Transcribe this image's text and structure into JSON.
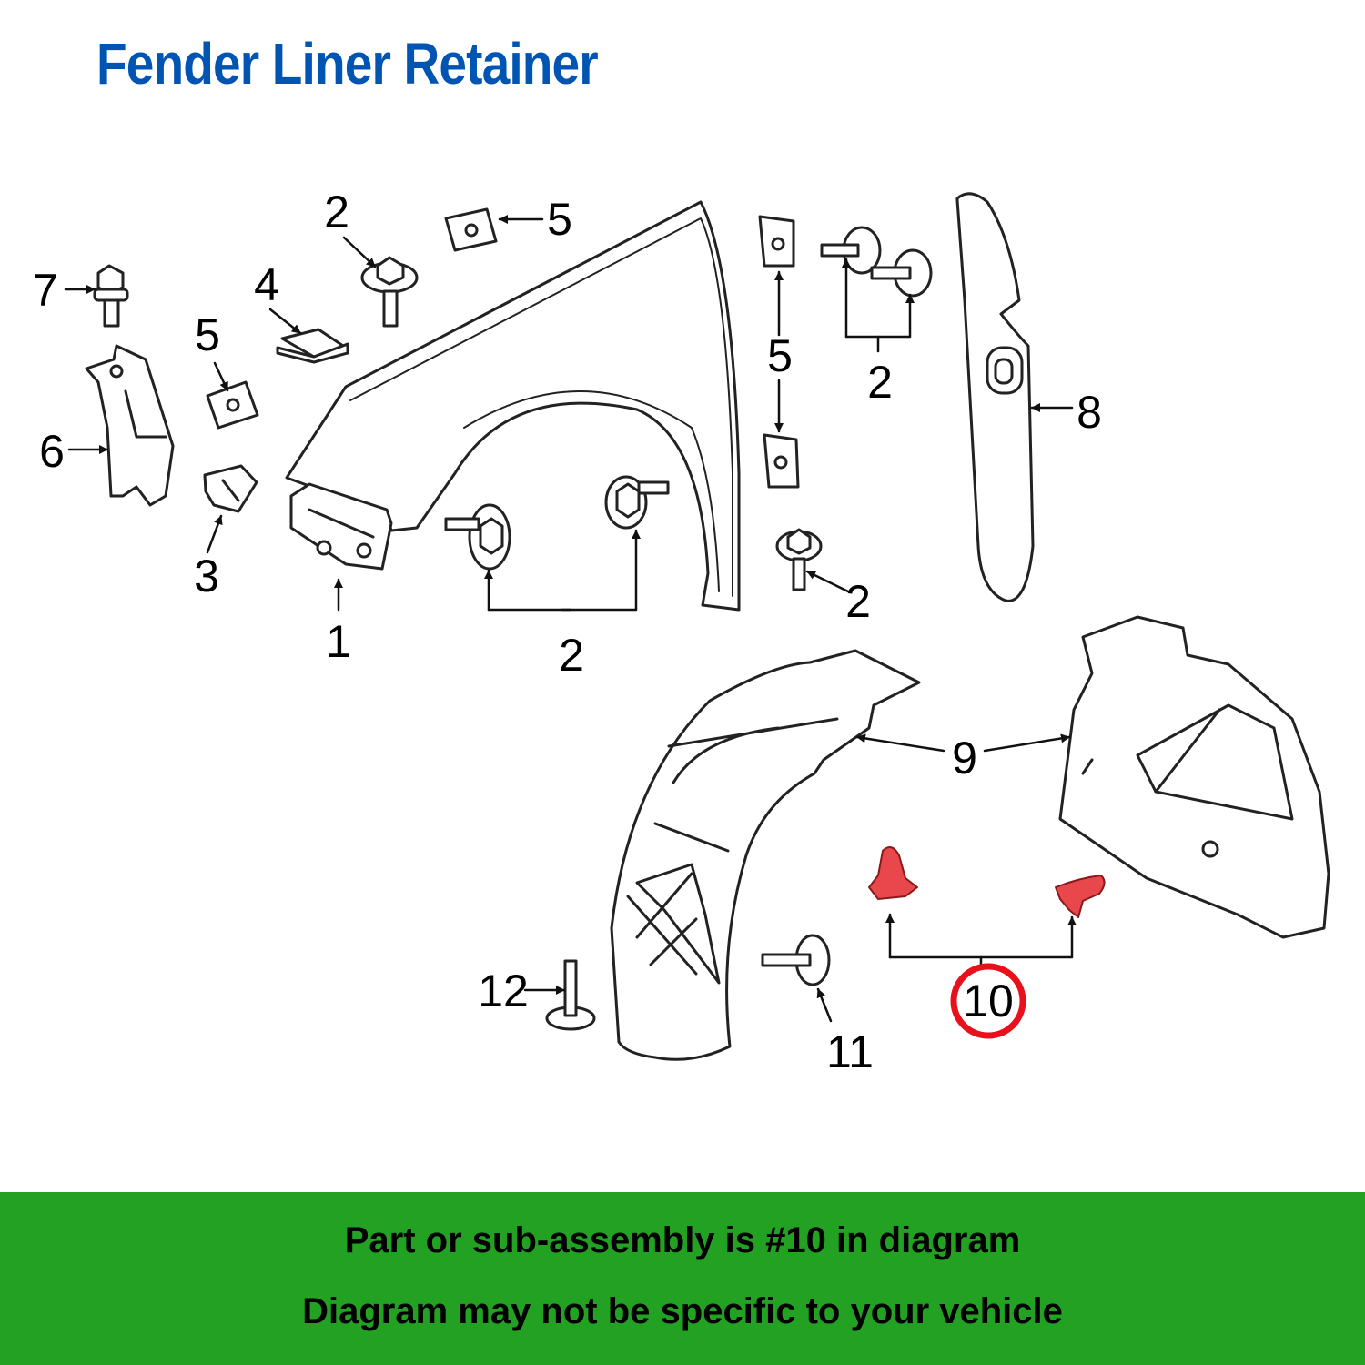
{
  "title": "Fender Liner Retainer",
  "colors": {
    "title": "#0055b3",
    "footer_background": "#22a122",
    "highlight_part": "#e8474c",
    "highlight_ring": "#e8101a",
    "line": "#222222"
  },
  "callouts": {
    "c1": "1",
    "c2": "2",
    "c3": "3",
    "c4": "4",
    "c5": "5",
    "c6": "6",
    "c7": "7",
    "c8": "8",
    "c9": "9",
    "c10": "10",
    "c11": "11",
    "c12": "12"
  },
  "footer": {
    "line1": "Part or sub-assembly is #10 in diagram",
    "line2": "Diagram may not be specific to your vehicle"
  }
}
